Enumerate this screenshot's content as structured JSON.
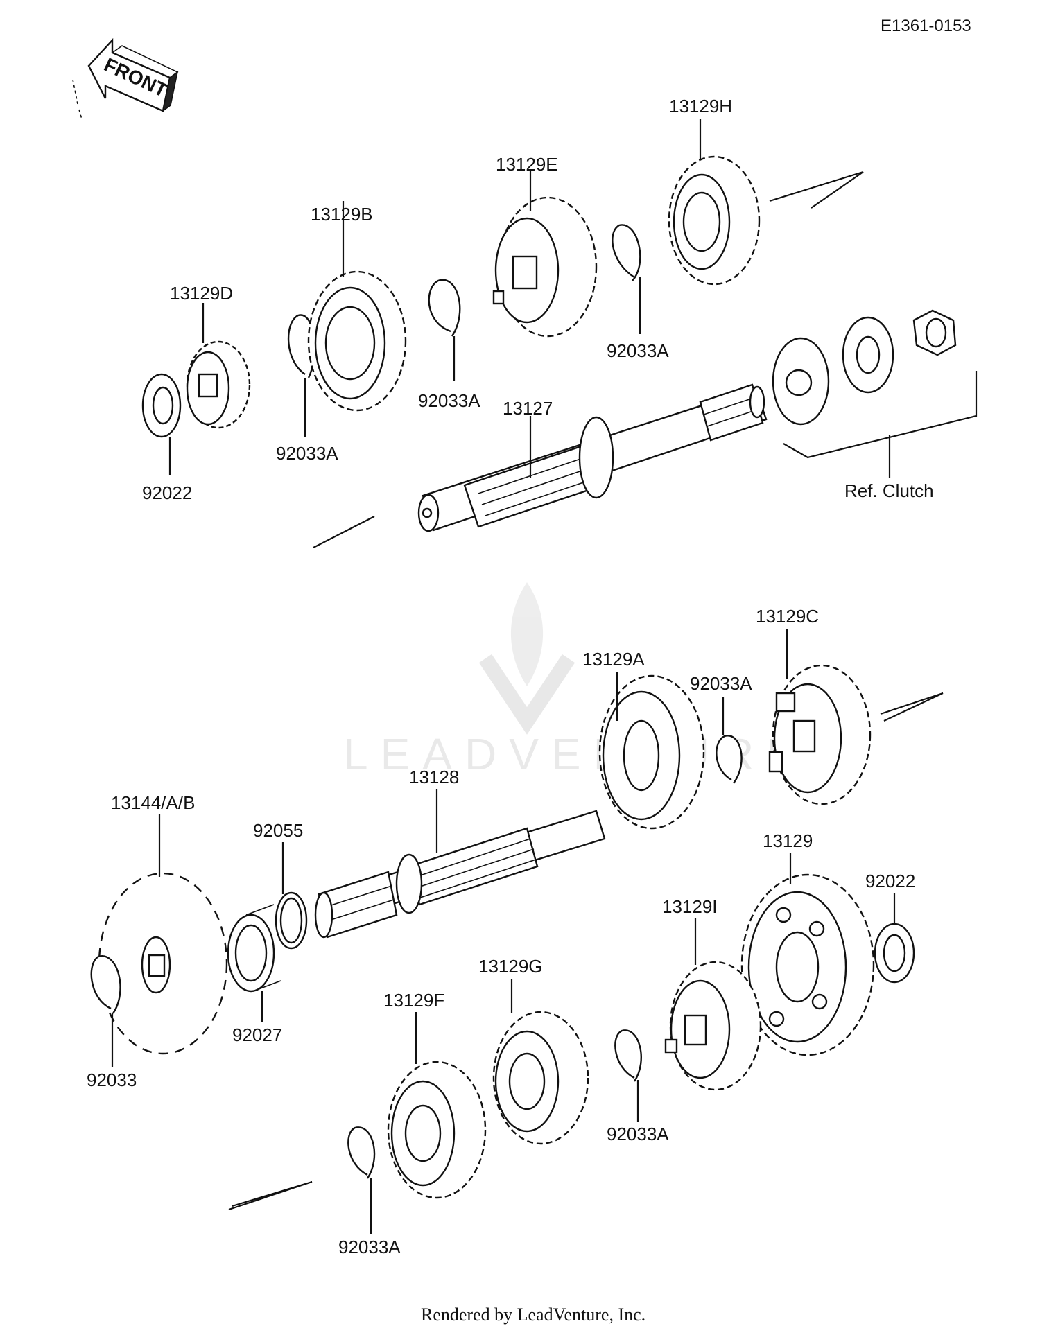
{
  "diagram": {
    "code": "E1361-0153",
    "front_label": "FRONT",
    "watermark": "LEADVENTURE",
    "footer": "Rendered by LeadVenture, Inc.",
    "ref_label": "Ref. Clutch",
    "parts": {
      "p13129H": "13129H",
      "p13129E": "13129E",
      "p13129B": "13129B",
      "p13129D": "13129D",
      "p92033A_1": "92033A",
      "p92033A_2": "92033A",
      "p92033A_3": "92033A",
      "p13127": "13127",
      "p92022_1": "92022",
      "p13129C": "13129C",
      "p13129A": "13129A",
      "p92033A_4": "92033A",
      "p13128": "13128",
      "p13144": "13144/A/B",
      "p92055": "92055",
      "p13129": "13129",
      "p92022_2": "92022",
      "p13129I": "13129I",
      "p13129G": "13129G",
      "p13129F": "13129F",
      "p92027": "92027",
      "p92033": "92033",
      "p92033A_5": "92033A",
      "p92033A_6": "92033A"
    }
  }
}
